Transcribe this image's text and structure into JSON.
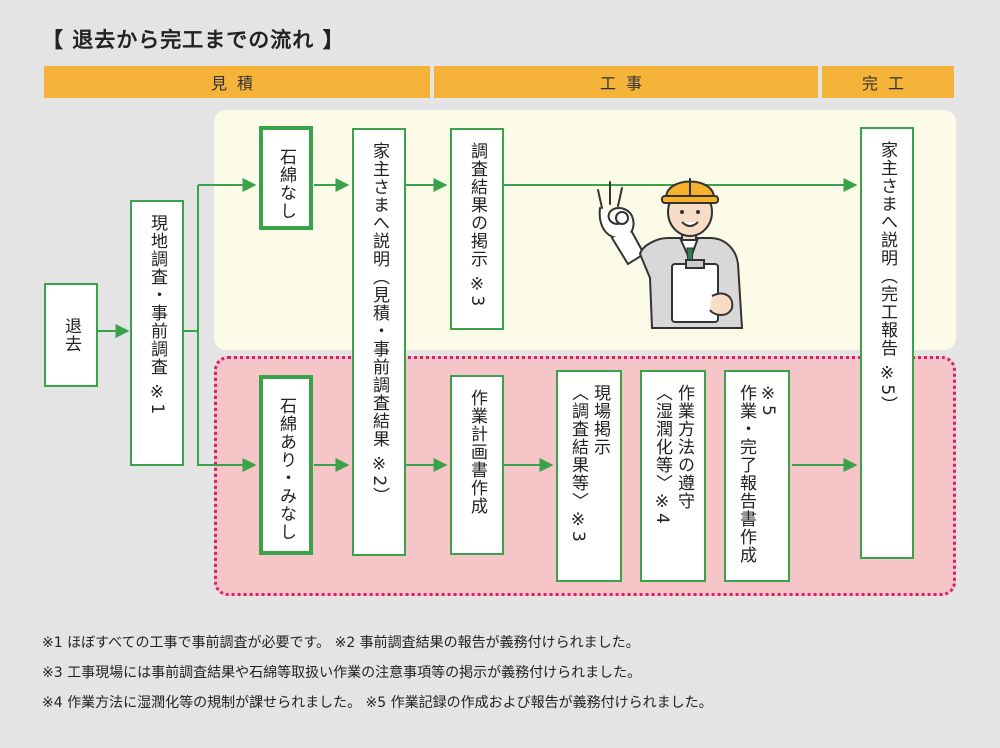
{
  "title": "【 退去から完工までの流れ 】",
  "phases": {
    "estimate": "見積",
    "construction": "工事",
    "completion": "完工"
  },
  "boxes": {
    "leave": "退去",
    "survey": "現地調査・事前調査 ※1",
    "no_asbestos": "石綿なし",
    "asbestos": "石綿あり・みなし",
    "explain_owner": "家主さまへ説明（見積・事前調査結果 ※2）",
    "post_result": "調査結果の掲示 ※3",
    "work_plan": "作業計画書作成",
    "site_post_line1": "現場掲示",
    "site_post_line2": "〈調査結果等〉※3",
    "method_line1": "作業方法の遵守",
    "method_line2": "〈湿潤化等〉※4",
    "report_line1": "※5",
    "report_line2": "作業・完了報告書作成",
    "final_explain": "家主さまへ説明（完工報告 ※5）"
  },
  "notes": [
    "※1 ほぼすべての工事で事前調査が必要です。 ※2 事前調査結果の報告が義務付けられました。",
    "※3 工事現場には事前調査結果や石綿等取扱い作業の注意事項等の掲示が義務付けられました。",
    "※4 作業方法に湿潤化等の規制が課せられました。 ※5 作業記録の作成および報告が義務付けられました。"
  ],
  "colors": {
    "phase_bar": "#f5b33a",
    "arrow_green": "#3aa24a",
    "top_zone": "#fcfbe8",
    "bottom_zone": "#f6c5c8",
    "dotted_border": "#d81f6e"
  },
  "icons": [
    "worker-illustration",
    "arrow-right-icon"
  ]
}
